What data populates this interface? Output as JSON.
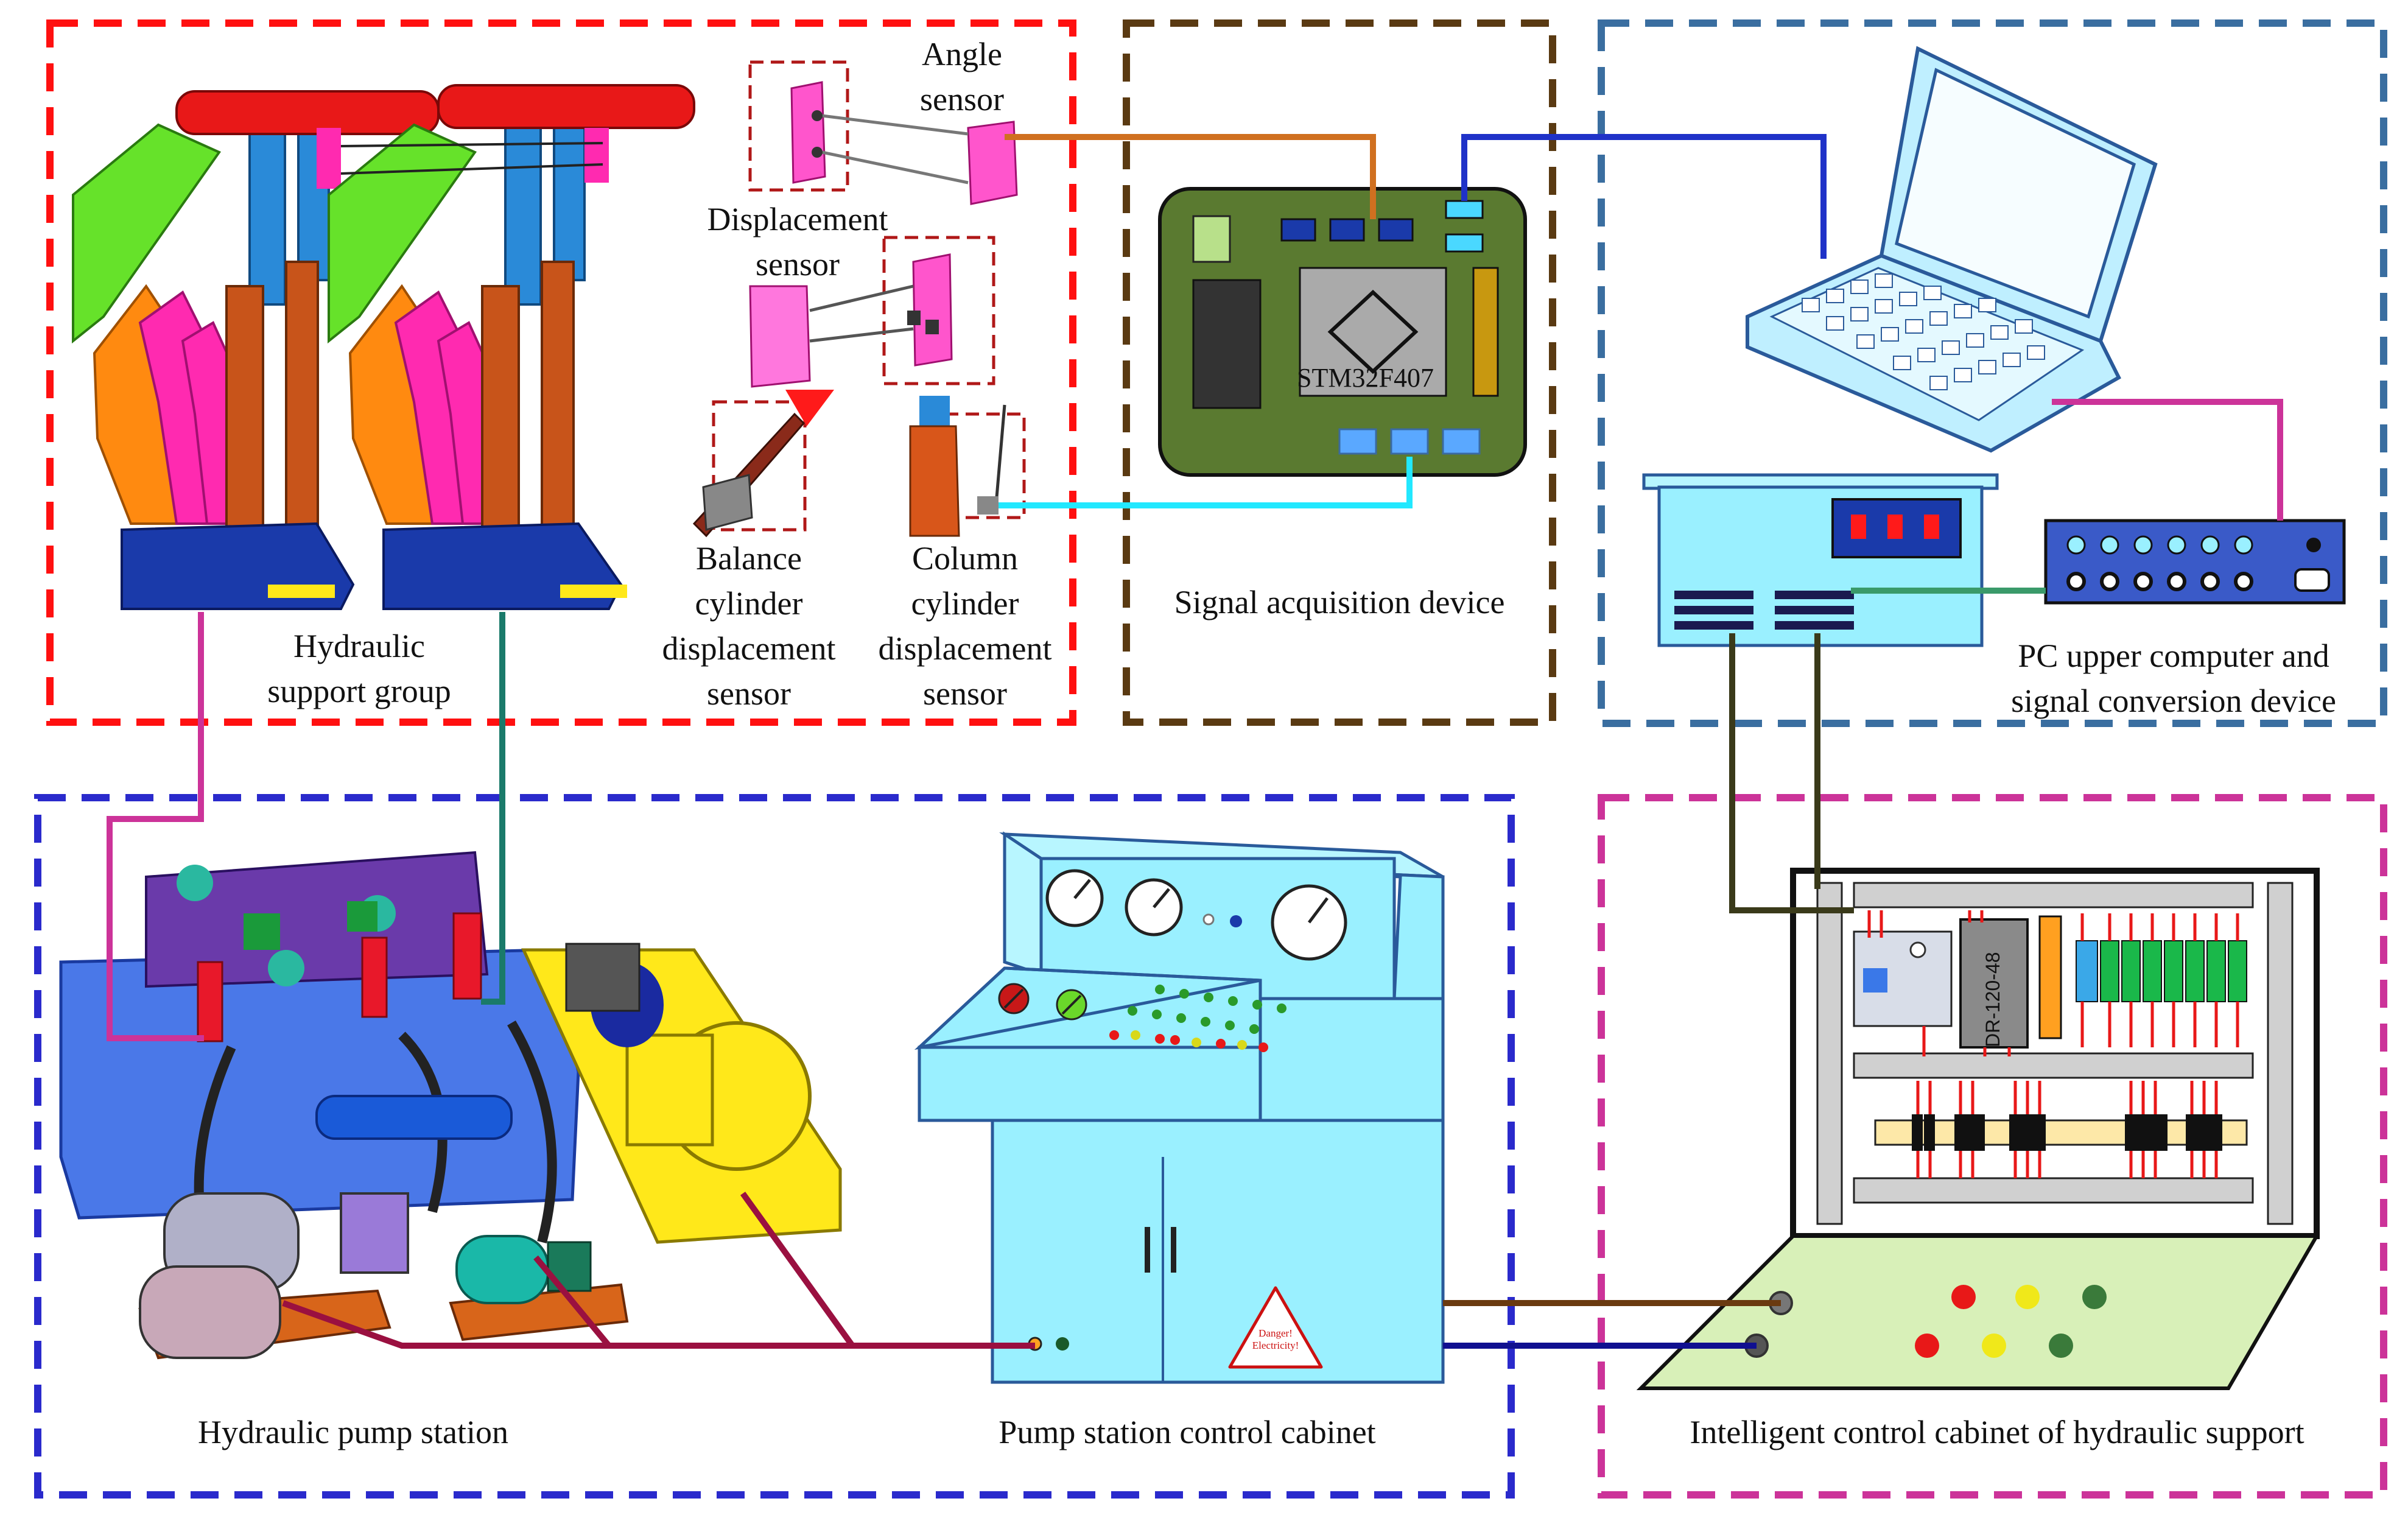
{
  "colors": {
    "support_frame": "#ff1010",
    "acquisition_frame": "#5a3a12",
    "pc_frame": "#3a6ea0",
    "pump_frame": "#2a2acc",
    "cabinet_frame": "#cc3399",
    "angle_wire": "#d07020",
    "usb_wire": "#1f32c8",
    "cyan_wire": "#22e8ff",
    "magenta_wire": "#cc3399",
    "teal_wire": "#1a7a6a",
    "green_wire": "#3a9a6a",
    "olive_wire": "#3a3a1a",
    "maroon_wire": "#9a1040",
    "brown_wire": "#6a3a10",
    "navy_wire": "#101090"
  },
  "labels": {
    "angle_sensor": [
      "Angle",
      "sensor"
    ],
    "displacement_sensor": [
      "Displacement",
      "sensor"
    ],
    "balance_cylinder": [
      "Balance",
      "cylinder",
      "displacement",
      "sensor"
    ],
    "column_cylinder": [
      "Column",
      "cylinder",
      "displacement",
      "sensor"
    ],
    "hydraulic_support_group": [
      "Hydraulic",
      "support group"
    ],
    "signal_acquisition_device": "Signal acquisition device",
    "pc_upper_computer": [
      "PC upper computer and",
      "signal conversion device"
    ],
    "hydraulic_pump_station": "Hydraulic pump station",
    "pump_station_control_cabinet": "Pump station control cabinet",
    "intelligent_control_cabinet": "Intelligent control cabinet of hydraulic support"
  },
  "chip_label": "STM32F407",
  "power_module_label": "DR-120-48",
  "warning_sign": [
    "Danger!",
    "Electricity!"
  ],
  "icons": [
    "hydraulic-support-icon",
    "angle-sensor-icon",
    "displacement-sensor-icon",
    "microcontroller-board-icon",
    "laptop-icon",
    "signal-converter-icon",
    "terminal-strip-icon",
    "pump-station-icon",
    "control-console-icon",
    "electrical-cabinet-icon",
    "danger-sign-icon"
  ]
}
